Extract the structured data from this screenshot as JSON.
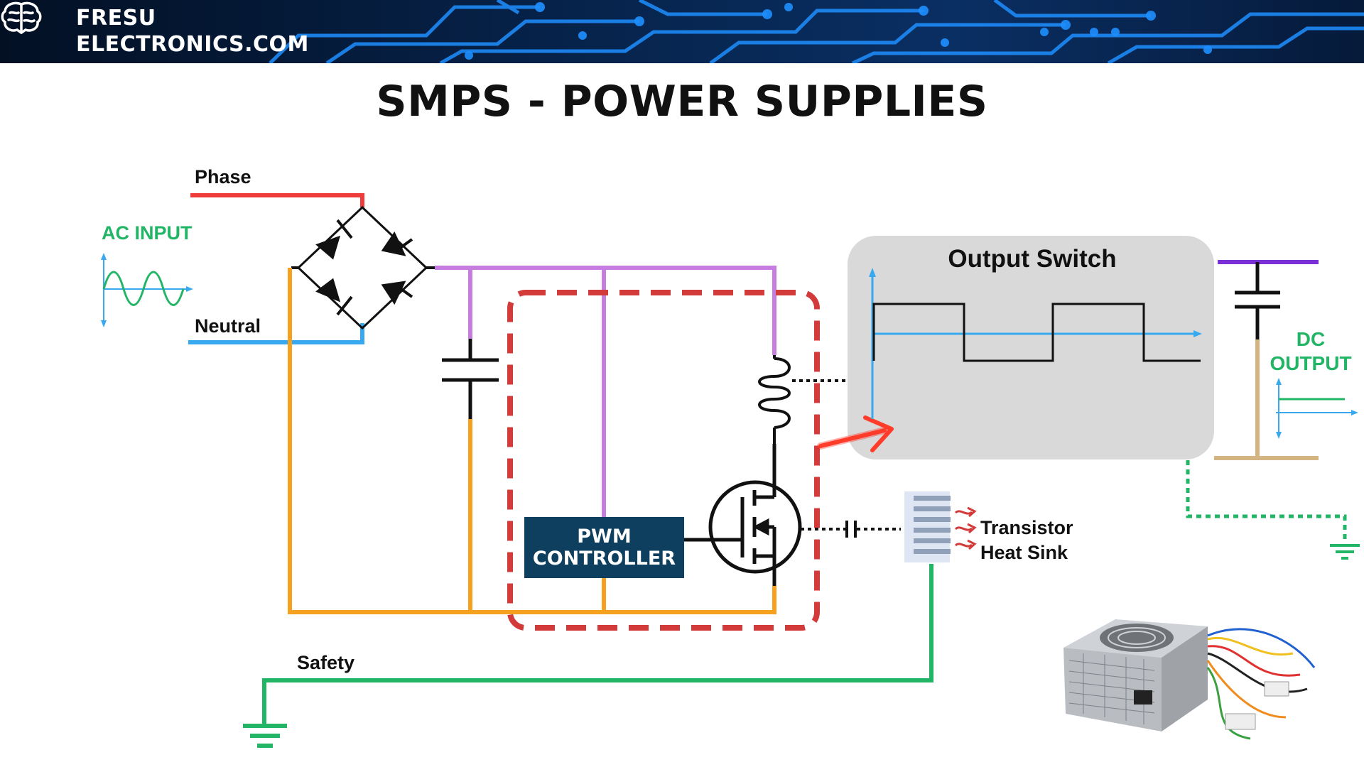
{
  "header": {
    "brand_line1": "FRESU",
    "brand_line2": "ELECTRONICS.COM",
    "logo_icon": "brain-icon"
  },
  "title": "SMPS - POWER SUPPLIES",
  "labels": {
    "phase": "Phase",
    "neutral": "Neutral",
    "ac_input": "AC INPUT",
    "output_switch": "Output Switch",
    "dc_output_line1": "DC",
    "dc_output_line2": "OUTPUT",
    "pwm_line1": "PWM",
    "pwm_line2": "CONTROLLER",
    "transistor_line1": "Transistor",
    "transistor_line2": "Heat Sink",
    "safety": "Safety"
  },
  "colors": {
    "phase_wire": "#f03b3b",
    "neutral_wire": "#39a9ef",
    "ac_input_text": "#22b565",
    "dc_output_text": "#22b565",
    "high_side_wire": "#c77ddf",
    "low_side_wire": "#f5a01e",
    "safety_wire": "#22b565",
    "dc_positive_wire": "#7b2fd6",
    "dc_negative_wire": "#d4b483",
    "pwm_box": "#0e3f5e",
    "dashed_border": "#d33b3b",
    "switch_panel": "#d9d9d9"
  },
  "icons": {
    "psu_image": "power-supply-unit-icon",
    "heat_sink": "heat-sink-icon",
    "arrow": "red-arrow-icon"
  }
}
